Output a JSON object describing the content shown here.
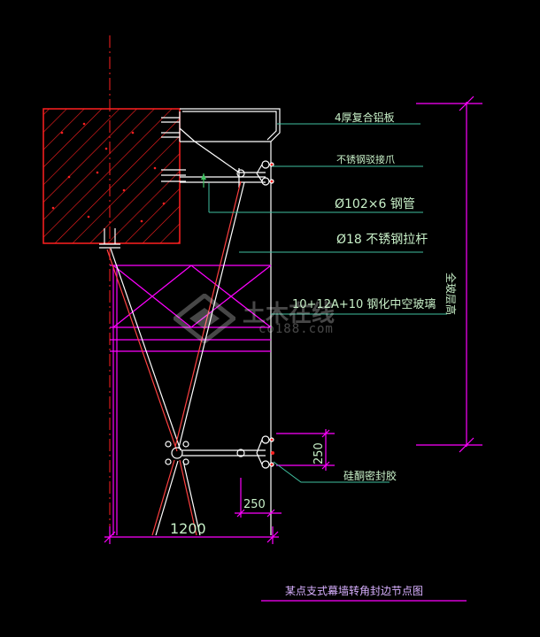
{
  "labels": {
    "panel": "4厚复合铝板",
    "claw": "不锈钢驳接爪",
    "tube": "Ø102×6 钢管",
    "rod": "Ø18 不锈钢拉杆",
    "glass": "10+12A+10 钢化中空玻璃",
    "sealant": "硅酮密封胶",
    "height": "全玻层高"
  },
  "dimensions": {
    "width": "1200",
    "offset_h": "250",
    "offset_v": "250"
  },
  "title": "某点支式幕墙转角封边节点图",
  "watermark": {
    "name": "土木在线",
    "url": "co188.com"
  },
  "colors": {
    "background": "#000000",
    "magenta": "#ff00ff",
    "red": "#ff2020",
    "white": "#ffffff",
    "cyan": "#40d0d0",
    "leader": "#40c0a0"
  }
}
